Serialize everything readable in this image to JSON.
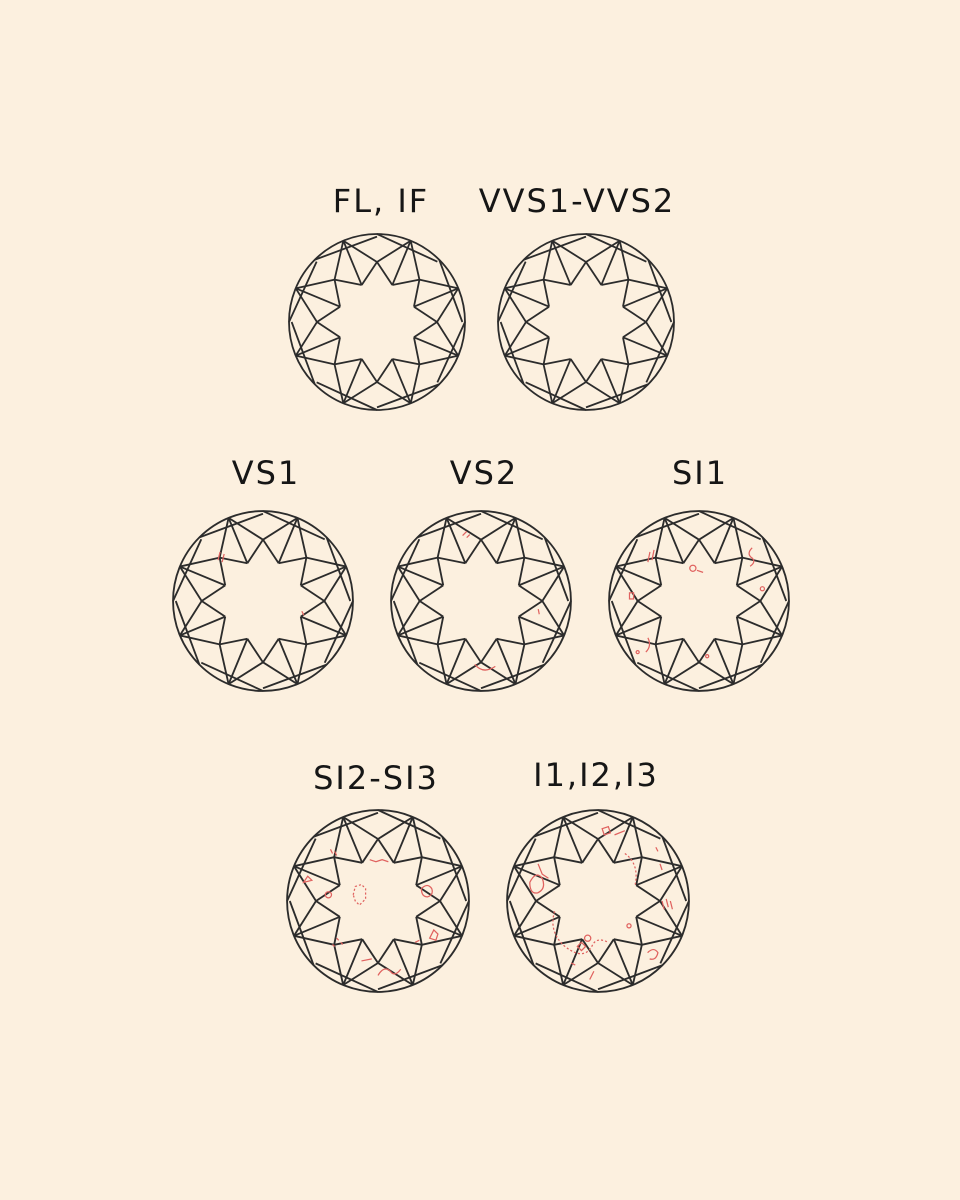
{
  "grades": [
    {
      "id": "fl-if",
      "label": "FL, IF",
      "inclusions": "none"
    },
    {
      "id": "vvs",
      "label": "VVS1-VVS2",
      "inclusions": "none"
    },
    {
      "id": "vs1",
      "label": "VS1",
      "inclusions": "very-slight"
    },
    {
      "id": "vs2",
      "label": "VS2",
      "inclusions": "slight"
    },
    {
      "id": "si1",
      "label": "SI1",
      "inclusions": "noticeable"
    },
    {
      "id": "si2-si3",
      "label": "SI2-SI3",
      "inclusions": "many"
    },
    {
      "id": "i1-i3",
      "label": "I1,I2,I3",
      "inclusions": "heavy"
    }
  ],
  "colors": {
    "background": "#fcf0df",
    "facet_line": "#2c2c2c",
    "inclusion": "#e0625f",
    "label": "#161616"
  },
  "icons": {
    "diamond": "round-brilliant-diamond-icon",
    "inclusion": "inclusion-mark"
  }
}
